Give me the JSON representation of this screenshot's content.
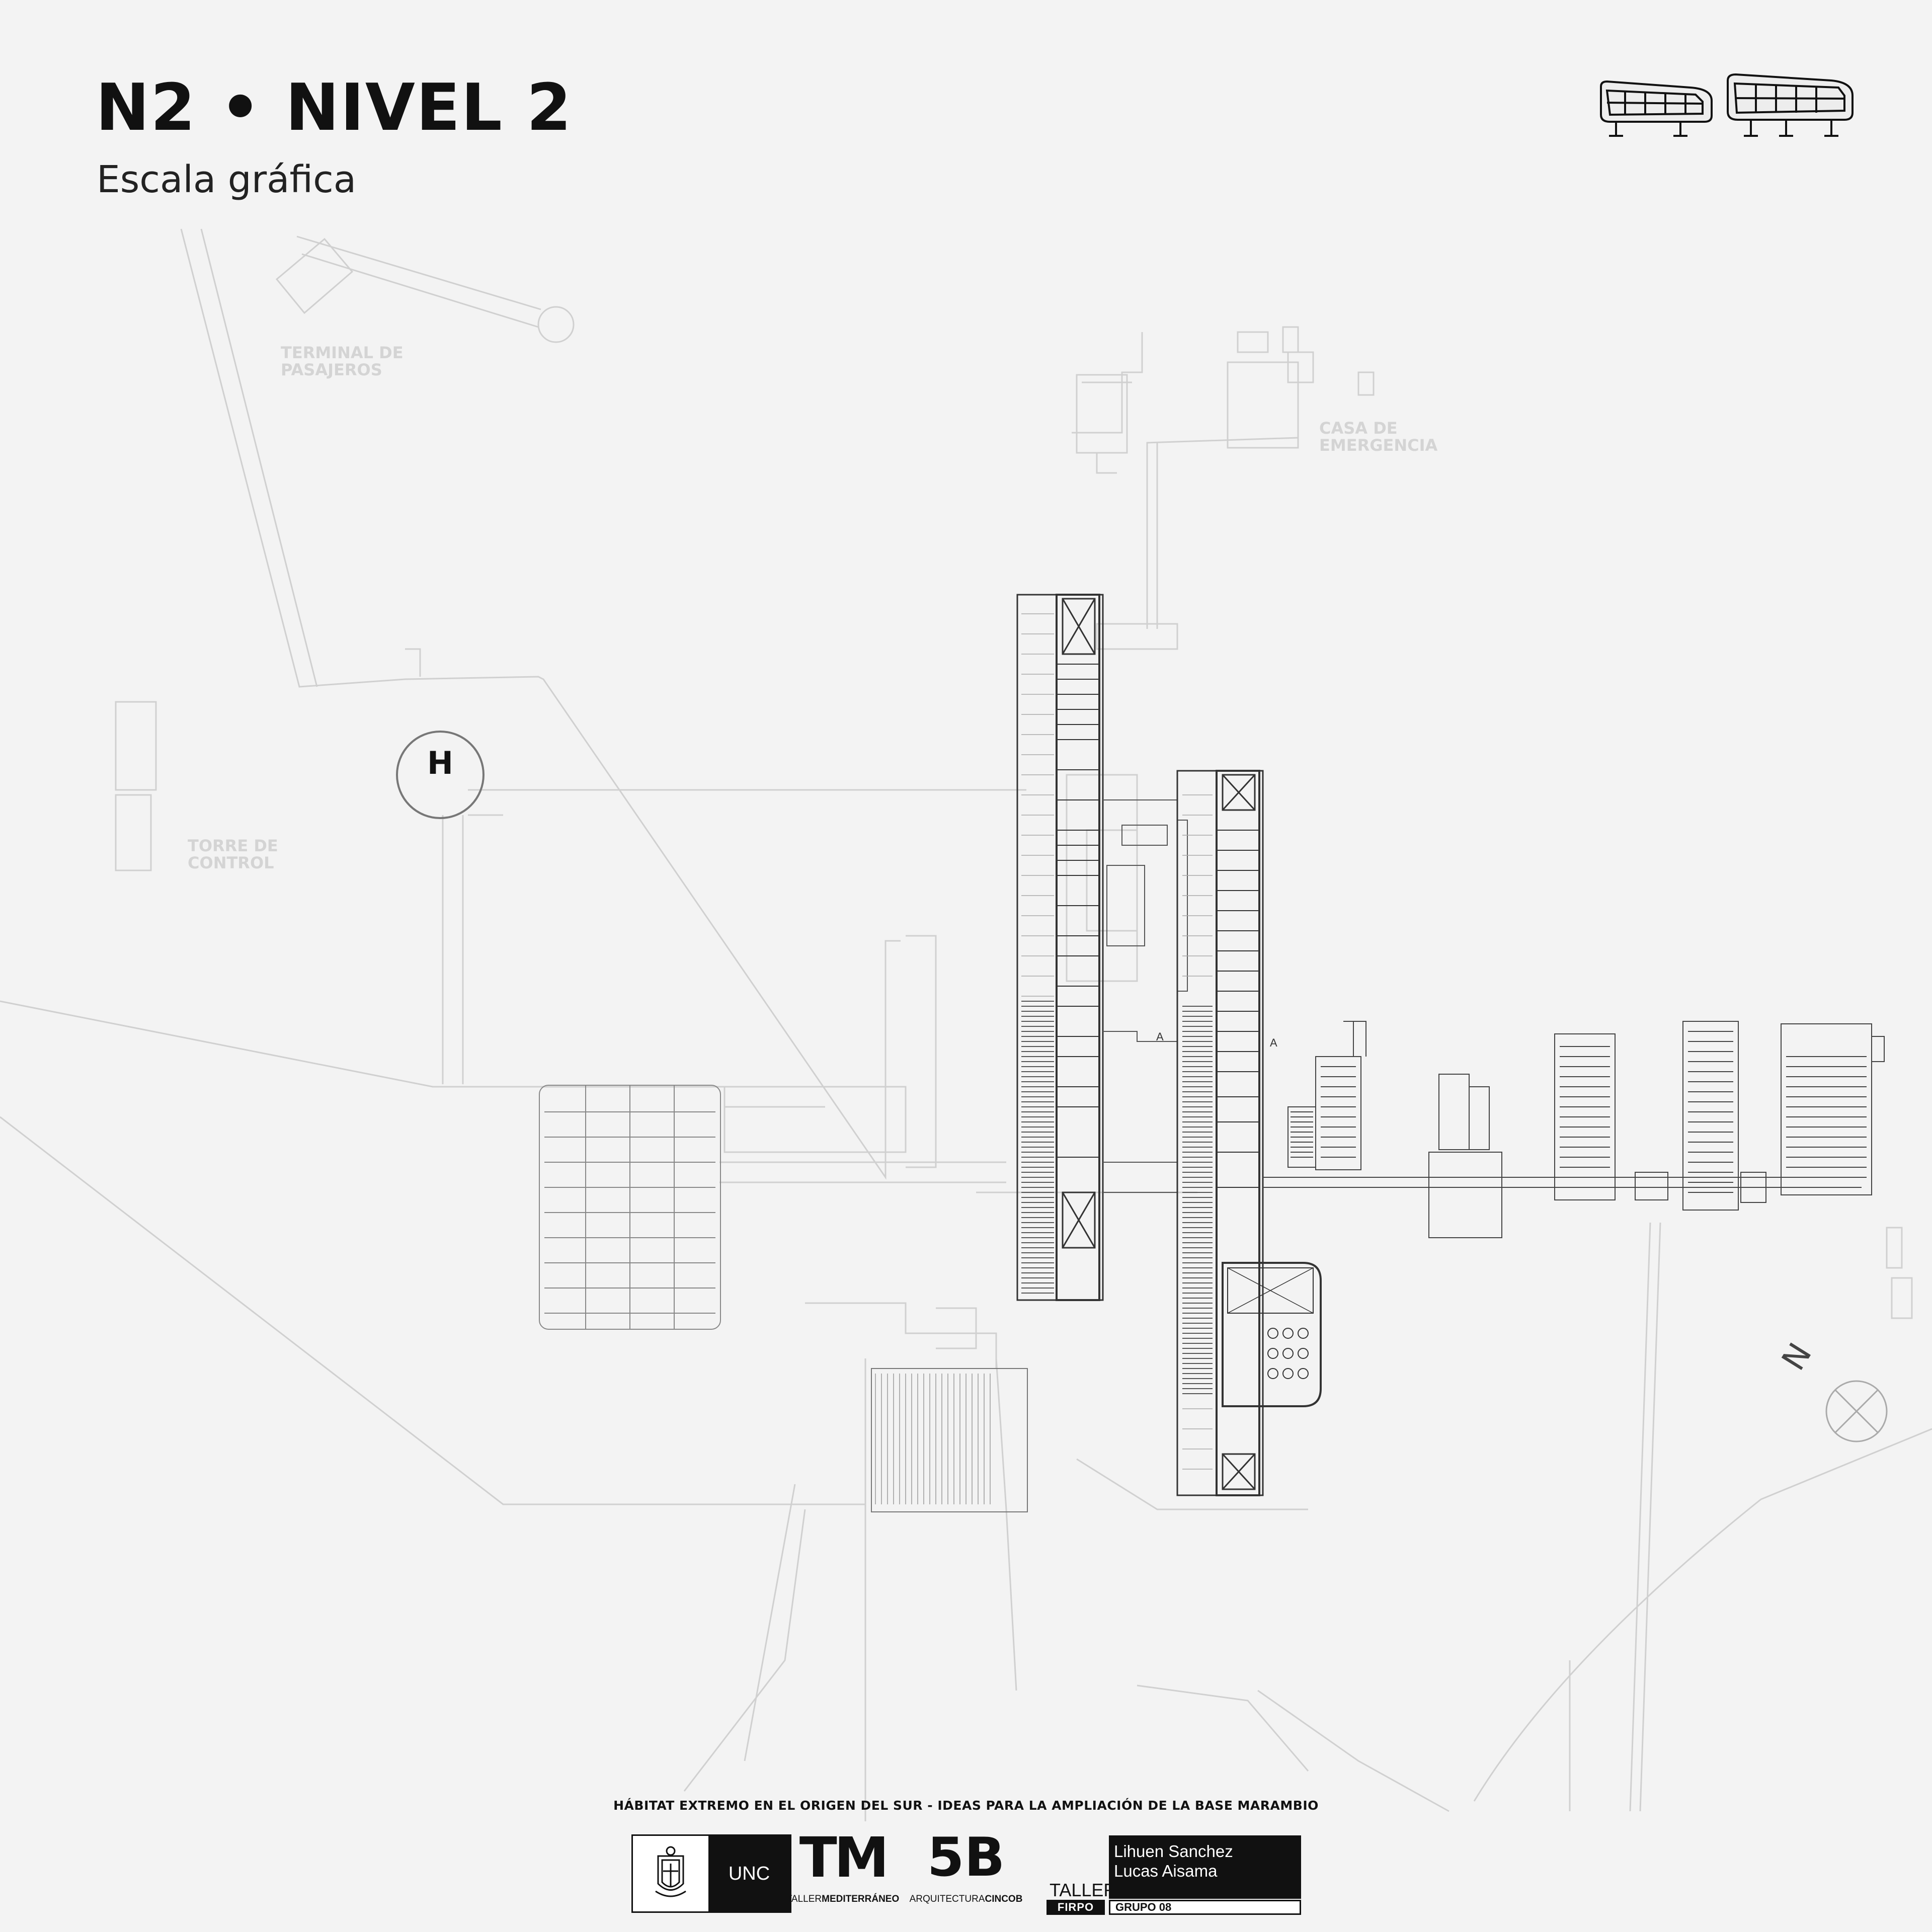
{
  "header": {
    "title": "N2 • NIVEL 2",
    "subtitle": "Escala gráfica"
  },
  "site_labels": {
    "terminal": "TERMINAL DE\nPASAJEROS",
    "casa": "CASA DE\nEMERGENCIA",
    "torre": "TORRE DE\nCONTROL"
  },
  "heliport": {
    "letter": "H"
  },
  "north": {
    "letter": "N"
  },
  "section_marks": [
    "A",
    "A"
  ],
  "footer": {
    "title": "HÁBITAT EXTREMO EN EL ORIGEN DEL SUR - IDEAS PARA LA AMPLIACIÓN DE LA BASE MARAMBIO",
    "unc": "UNC",
    "tm_mark": "TM",
    "tm_sub_light": "TALLER",
    "tm_sub_bold": "MEDITERRÁNEO",
    "fiveb_mark": "5B",
    "fiveb_sub_light": "ARQUITECTURA",
    "fiveb_sub_bold": "CINCOB",
    "taller": "TALLER",
    "firpo": "FIRPO",
    "names": [
      "Lihuen Sanchez",
      "Lucas Aisama"
    ],
    "group": "GRUPO 08"
  },
  "colors": {
    "background": "#f3f3f3",
    "site_lines": "#cfcfcf",
    "plan_lines": "#333333",
    "ink": "#111111"
  },
  "icons": [
    "module-elevation-icon",
    "heliport-icon",
    "north-arrow-icon",
    "unc-crest-icon"
  ]
}
